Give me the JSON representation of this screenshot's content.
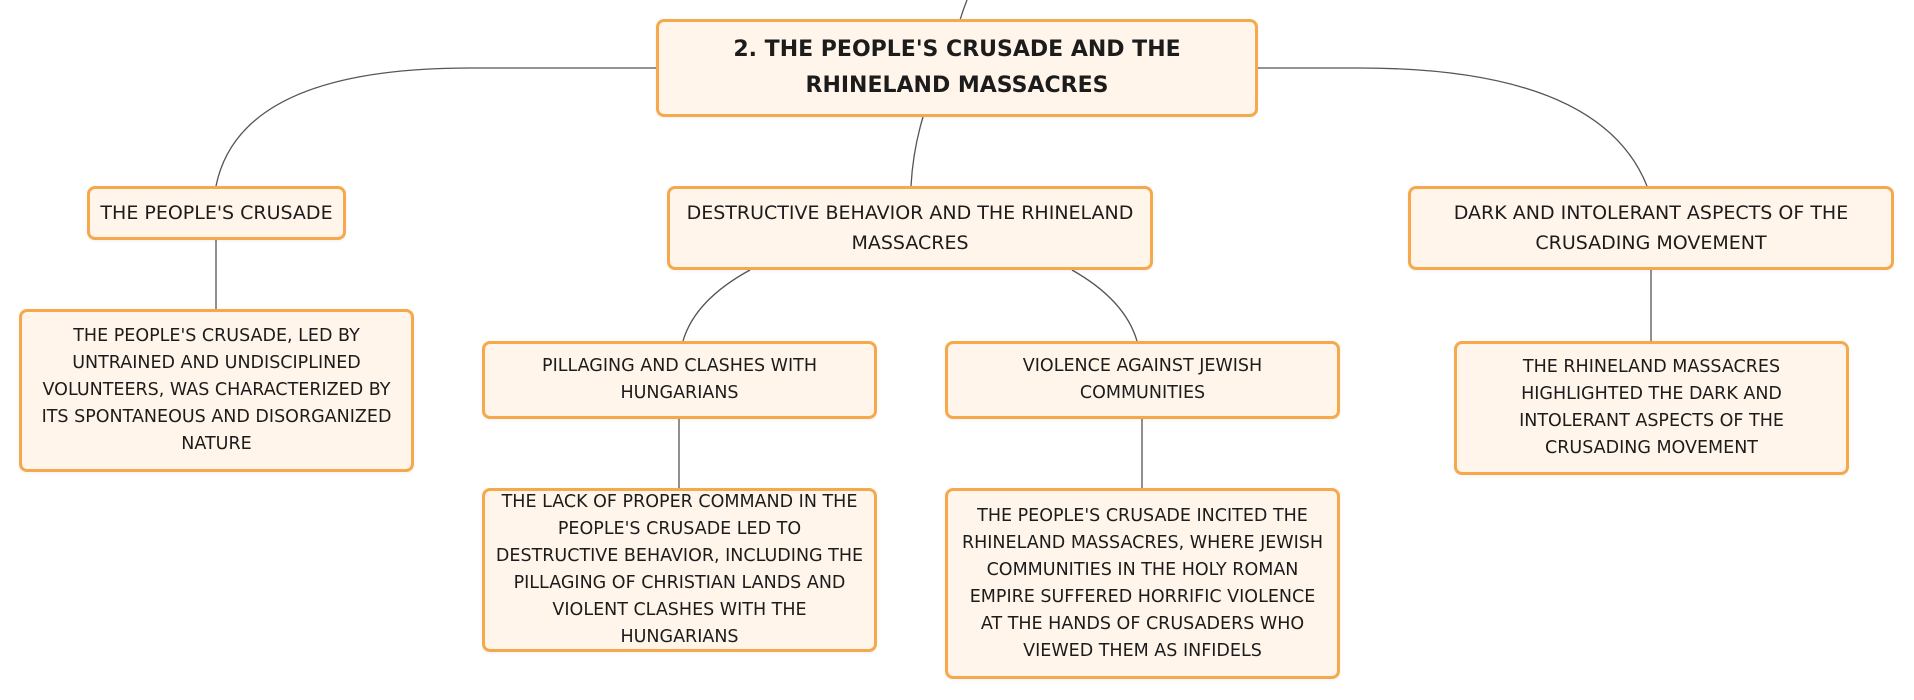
{
  "diagram": {
    "root": {
      "label": "2. THE PEOPLE'S CRUSADE AND THE RHINELAND MASSACRES"
    },
    "branches": {
      "peoples_crusade": {
        "label": "THE PEOPLE'S CRUSADE",
        "detail": "THE PEOPLE'S CRUSADE, LED BY UNTRAINED AND UNDISCIPLINED VOLUNTEERS, WAS CHARACTERIZED BY ITS SPONTANEOUS AND DISORGANIZED NATURE"
      },
      "destructive_behavior": {
        "label": "DESTRUCTIVE BEHAVIOR AND THE RHINELAND MASSACRES",
        "children": {
          "pillaging": {
            "label": "PILLAGING AND CLASHES WITH HUNGARIANS",
            "detail": "THE LACK OF PROPER COMMAND IN THE PEOPLE'S CRUSADE LED TO DESTRUCTIVE BEHAVIOR, INCLUDING THE PILLAGING OF CHRISTIAN LANDS AND VIOLENT CLASHES WITH THE HUNGARIANS"
          },
          "violence": {
            "label": "VIOLENCE AGAINST JEWISH COMMUNITIES",
            "detail": "THE PEOPLE'S CRUSADE INCITED THE RHINELAND MASSACRES, WHERE JEWISH COMMUNITIES IN THE HOLY ROMAN EMPIRE SUFFERED HORRIFIC VIOLENCE AT THE HANDS OF CRUSADERS WHO VIEWED THEM AS INFIDELS"
          }
        }
      },
      "dark_aspects": {
        "label": "DARK AND INTOLERANT ASPECTS OF THE CRUSADING MOVEMENT",
        "detail": "THE RHINELAND MASSACRES HIGHLIGHTED THE DARK AND INTOLERANT ASPECTS OF THE CRUSADING MOVEMENT"
      }
    },
    "colors": {
      "node_fill": "#fff5ea",
      "node_border": "#f5a94c",
      "connector": "#555555",
      "text": "#1c1c1c"
    }
  }
}
